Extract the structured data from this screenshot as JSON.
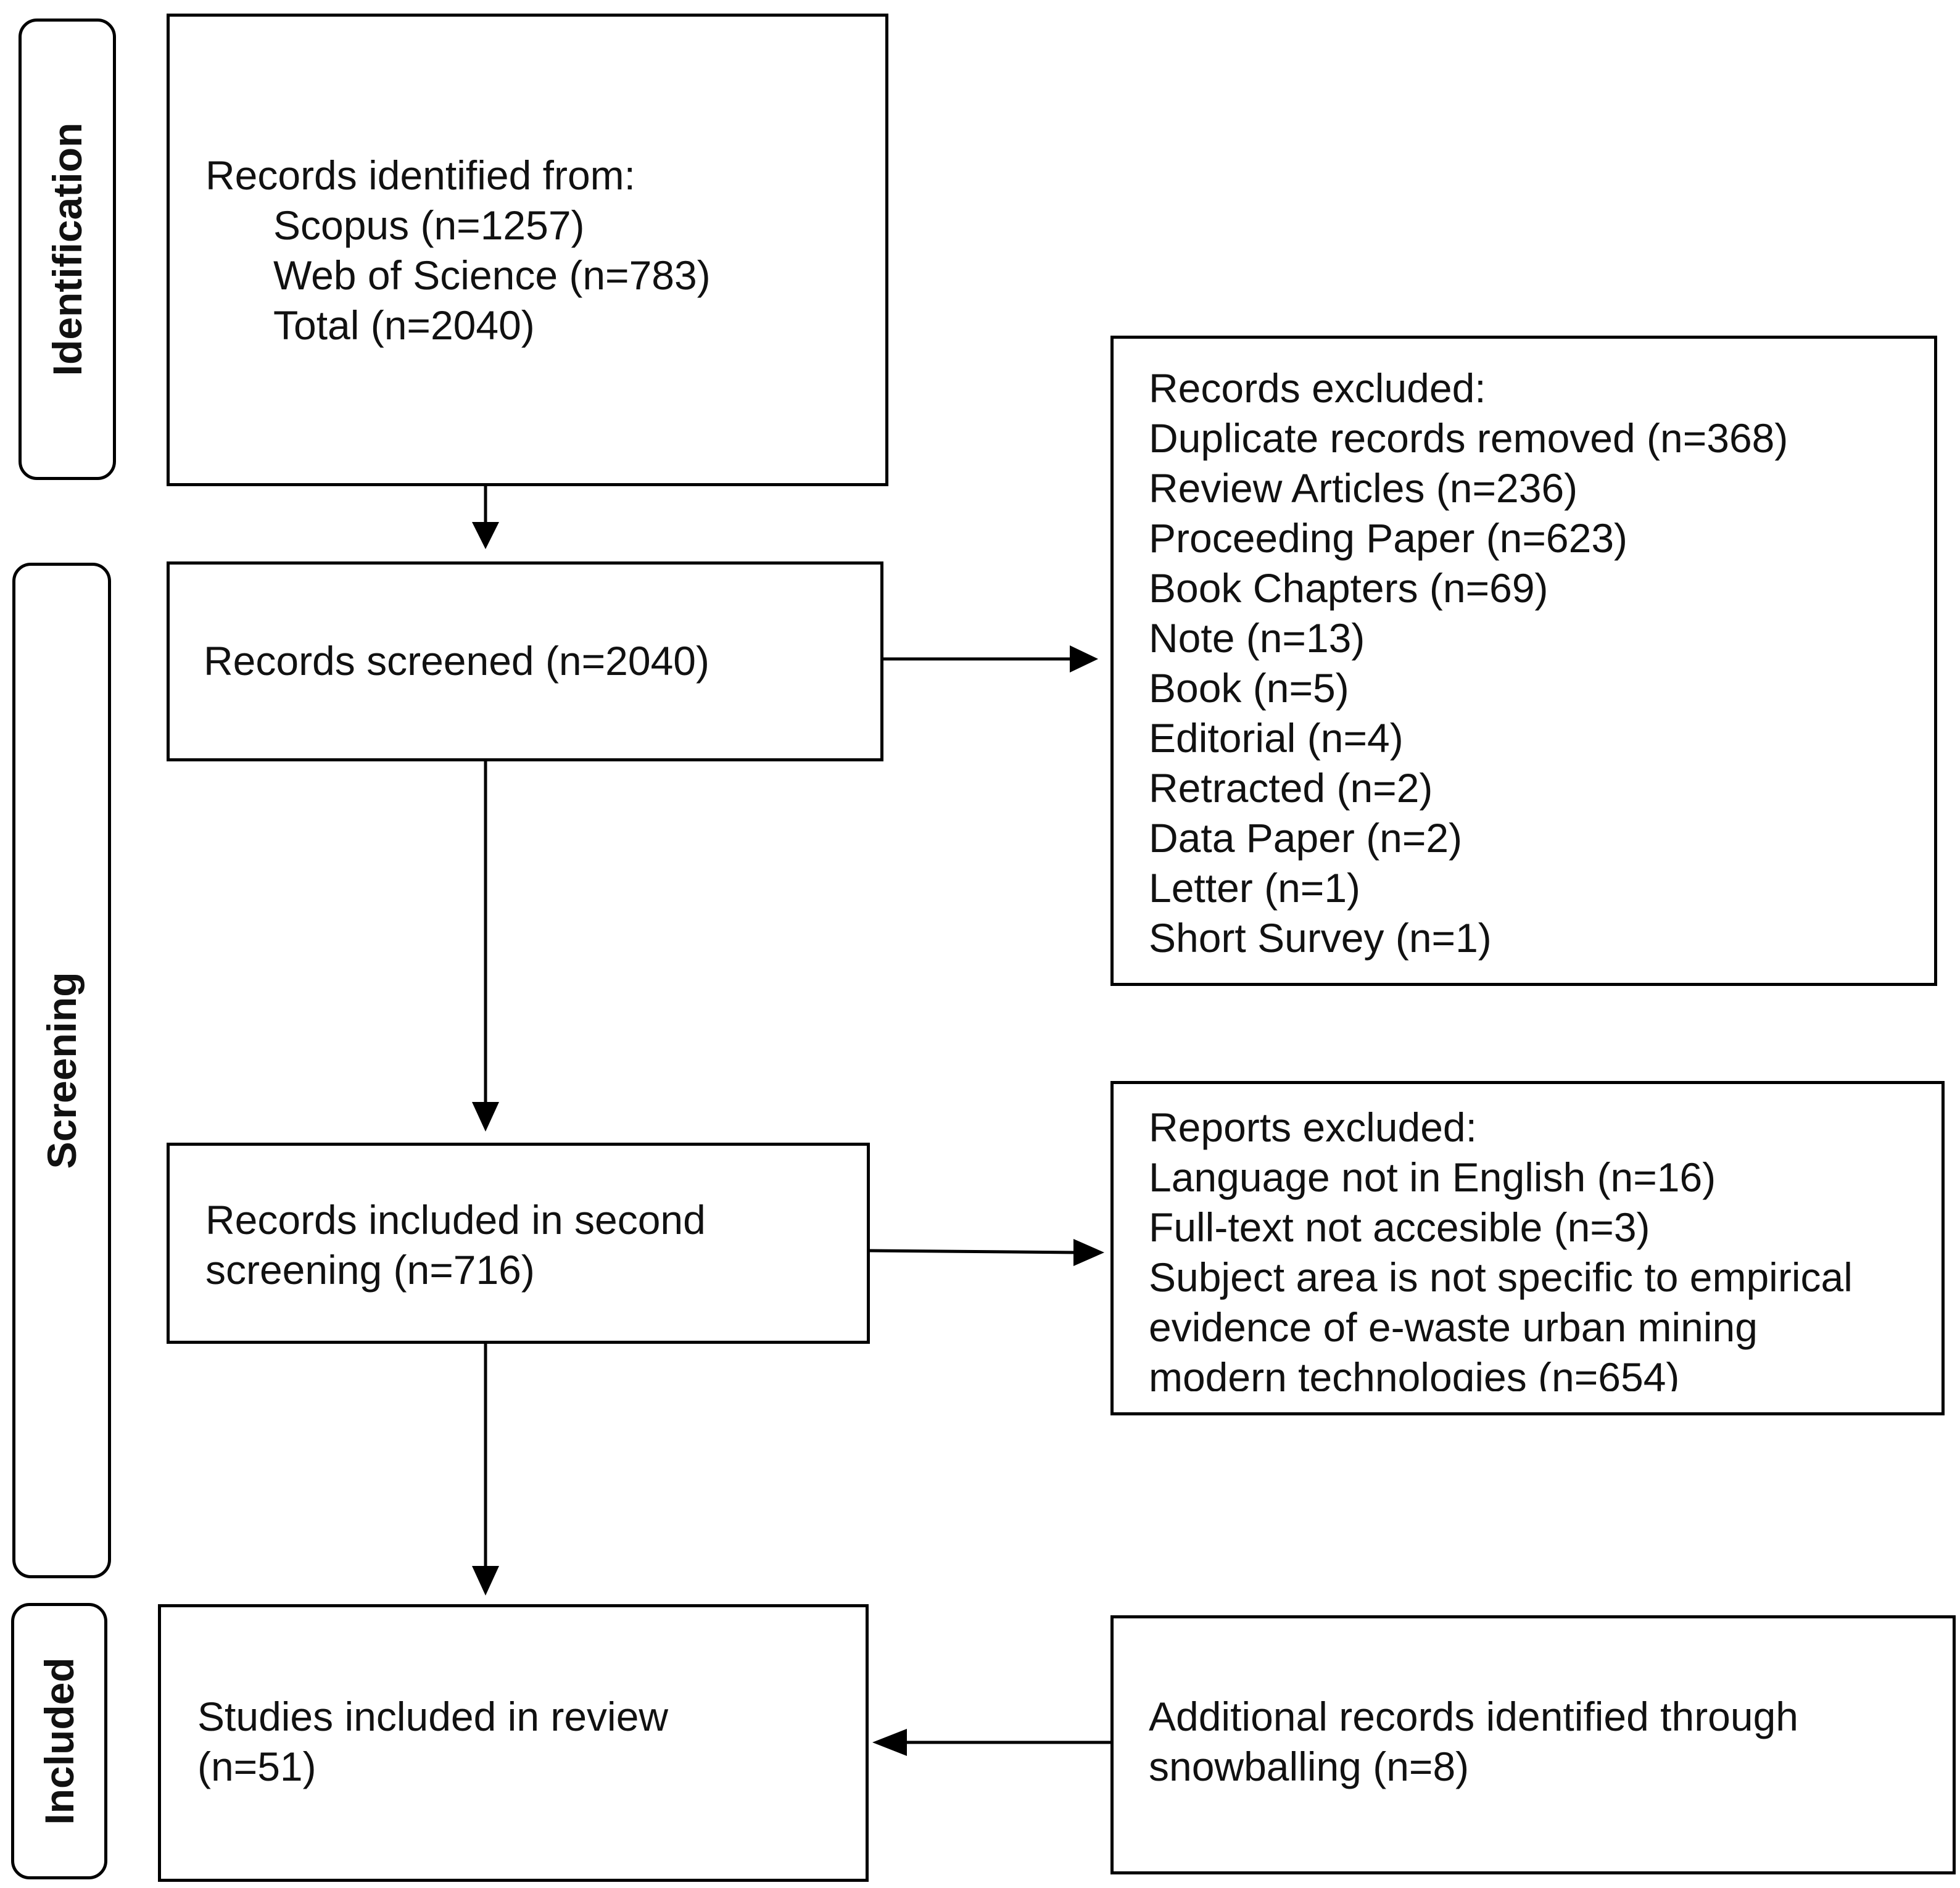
{
  "stages": {
    "identification": "Identification",
    "screening": "Screening",
    "included": "Included"
  },
  "identification_box": {
    "heading": "Records identified from:",
    "items": [
      "Scopus (n=1257)",
      "Web of Science (n=783)",
      "Total (n=2040)"
    ]
  },
  "screened_box": {
    "text": "Records screened (n=2040)"
  },
  "records_excluded_box": {
    "heading": "Records excluded:",
    "items": [
      "Duplicate records removed (n=368)",
      "Review Articles (n=236)",
      "Proceeding Paper (n=623)",
      "Book Chapters (n=69)",
      "Note (n=13)",
      "Book (n=5)",
      "Editorial (n=4)",
      "Retracted (n=2)",
      "Data Paper (n=2)",
      "Letter (n=1)",
      "Short Survey (n=1)"
    ]
  },
  "second_screening_box": {
    "lines": [
      "Records included in second",
      "screening (n=716)"
    ]
  },
  "reports_excluded_box": {
    "heading": "Reports excluded:",
    "items": [
      "Language not in English (n=16)",
      "Full-text not accesible (n=3)",
      "Subject area is not specific to empirical",
      "evidence of e-waste urban mining",
      "modern technologies (n=654)"
    ]
  },
  "included_box": {
    "lines": [
      "Studies included in review",
      "(n=51)"
    ]
  },
  "snowballing_box": {
    "lines": [
      "Additional records identified through",
      "snowballing (n=8)"
    ]
  }
}
